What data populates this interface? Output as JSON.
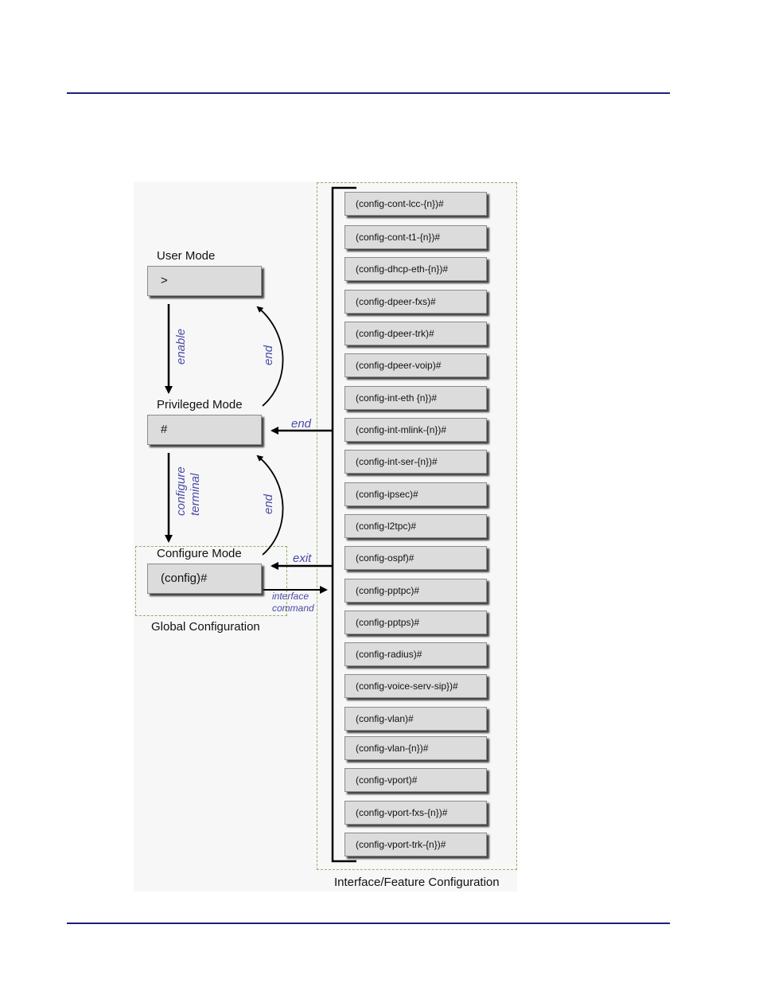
{
  "diagram": {
    "modes": [
      {
        "title": "User Mode",
        "prompt": ">"
      },
      {
        "title": "Privileged Mode",
        "prompt": "#"
      },
      {
        "title": "Configure Mode",
        "prompt": "(config)#"
      }
    ],
    "arrows": {
      "enable": "enable",
      "end": "end",
      "configure_terminal": [
        "configure",
        "terminal"
      ],
      "exit": "exit",
      "interface_command": [
        "interface",
        "command"
      ]
    },
    "global_config_label": "Global Configuration",
    "interface_config_label": "Interface/Feature Configuration",
    "interface_prompts": [
      "(config-cont-lcc-{n})#",
      "(config-cont-t1-{n})#",
      "(config-dhcp-eth-{n})#",
      "(config-dpeer-fxs)#",
      "(config-dpeer-trk)#",
      "(config-dpeer-voip)#",
      "(config-int-eth {n})#",
      "(config-int-mlink-{n})#",
      "(config-int-ser-{n})#",
      "(config-ipsec)#",
      "(config-l2tpc)#",
      "(config-ospf)#",
      "(config-pptpc)#",
      "(config-pptps)#",
      "(config-radius)#",
      "(config-voice-serv-sip})#",
      "(config-vlan)#",
      "(config-vlan-{n})#",
      "(config-vport)#",
      "(config-vport-fxs-{n})#",
      "(config-vport-trk-{n})#"
    ]
  }
}
